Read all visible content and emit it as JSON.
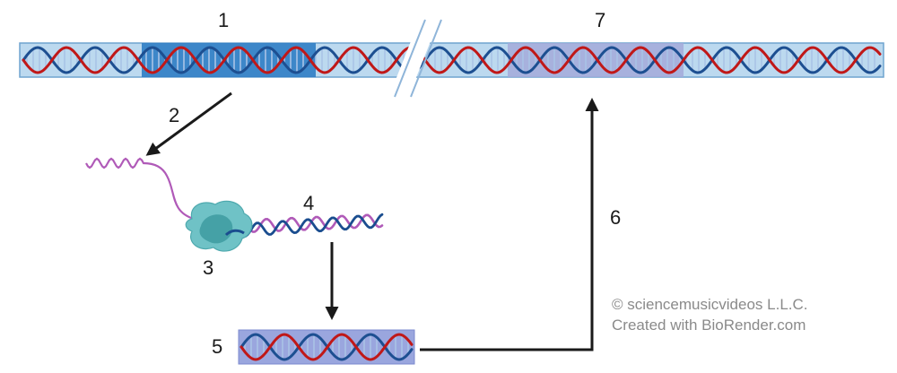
{
  "labels": {
    "gene_1": "1",
    "arrow_2": "2",
    "enzyme_3": "3",
    "hybrid_4": "4",
    "segment_5": "5",
    "arrow_6": "6",
    "insert_7": "7"
  },
  "credits": {
    "copyright": "© sciencemusicvideos L.L.C.",
    "created_with": "Created with BioRender.com"
  },
  "colors": {
    "dna_background": "#bcd9ef",
    "dna_border": "#6fa4cf",
    "strand_red": "#c01818",
    "strand_blue": "#1d4f91",
    "rung_light": "#a9c3e6",
    "gene_highlight": "#2f7dc4",
    "insert_highlight": "#a3a9d9",
    "segment_background": "#9aa6de",
    "rna_purple": "#b05ab8",
    "dna_copy_blue": "#1a4d8f",
    "enzyme_teal": "#6fc2c6",
    "enzyme_teal_dark": "#3e9ba0",
    "arrow": "#1a1a1a"
  },
  "icons": {
    "break_mark": "double-slash-break-icon",
    "enzyme": "reverse-transcriptase-icon"
  }
}
